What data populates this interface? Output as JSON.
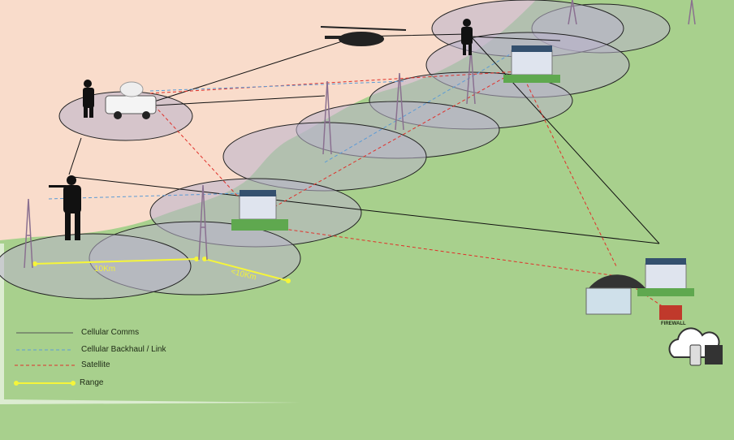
{
  "colors": {
    "sky": "#f9dccb",
    "land": "#a8d08d",
    "coverage": "#b9b3cc",
    "cellular": "#111111",
    "backhaul": "#5b9bd5",
    "satellite": "#e0302a",
    "range": "#f5f53a"
  },
  "legend": [
    {
      "label": "Cellular Comms",
      "style": "solid"
    },
    {
      "label": "Cellular Backhaul / Link",
      "style": "dashed-blue"
    },
    {
      "label": "Satellite",
      "style": "dashed-red"
    },
    {
      "label": "Range",
      "style": "yellow-dots"
    }
  ],
  "ranges": {
    "range_1": "10Km",
    "range_2": "<10Km"
  },
  "firewall_label": "FIREWALL"
}
